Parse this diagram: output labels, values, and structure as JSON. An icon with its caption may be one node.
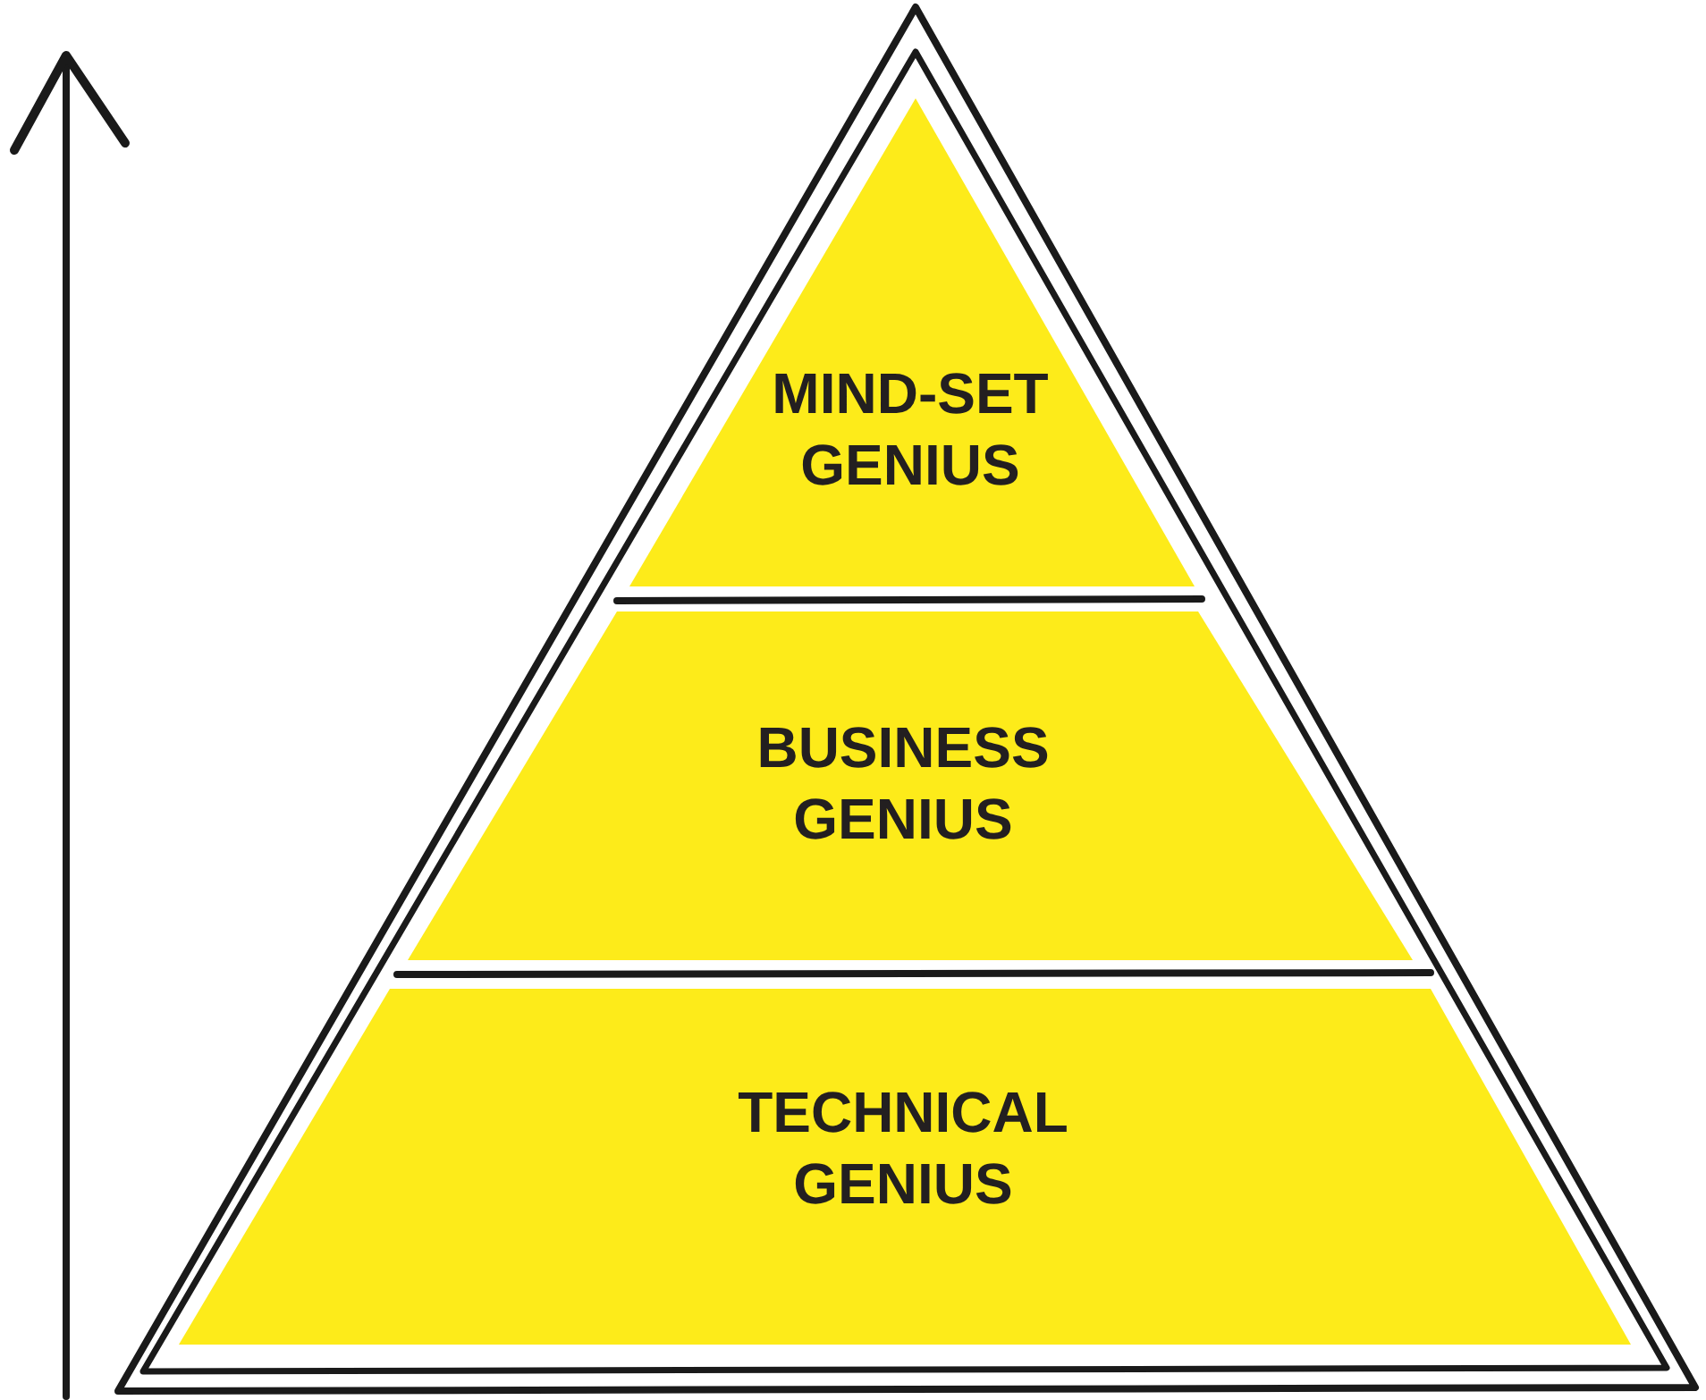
{
  "diagram": {
    "nodes": [
      {
        "text": [
          "MIND-SET GENIUS"
        ]
      },
      {
        "text": [
          "BUSINESS GENIUS"
        ]
      },
      {
        "text": [
          "TECHNICAL GENIUS"
        ]
      }
    ]
  }
}
